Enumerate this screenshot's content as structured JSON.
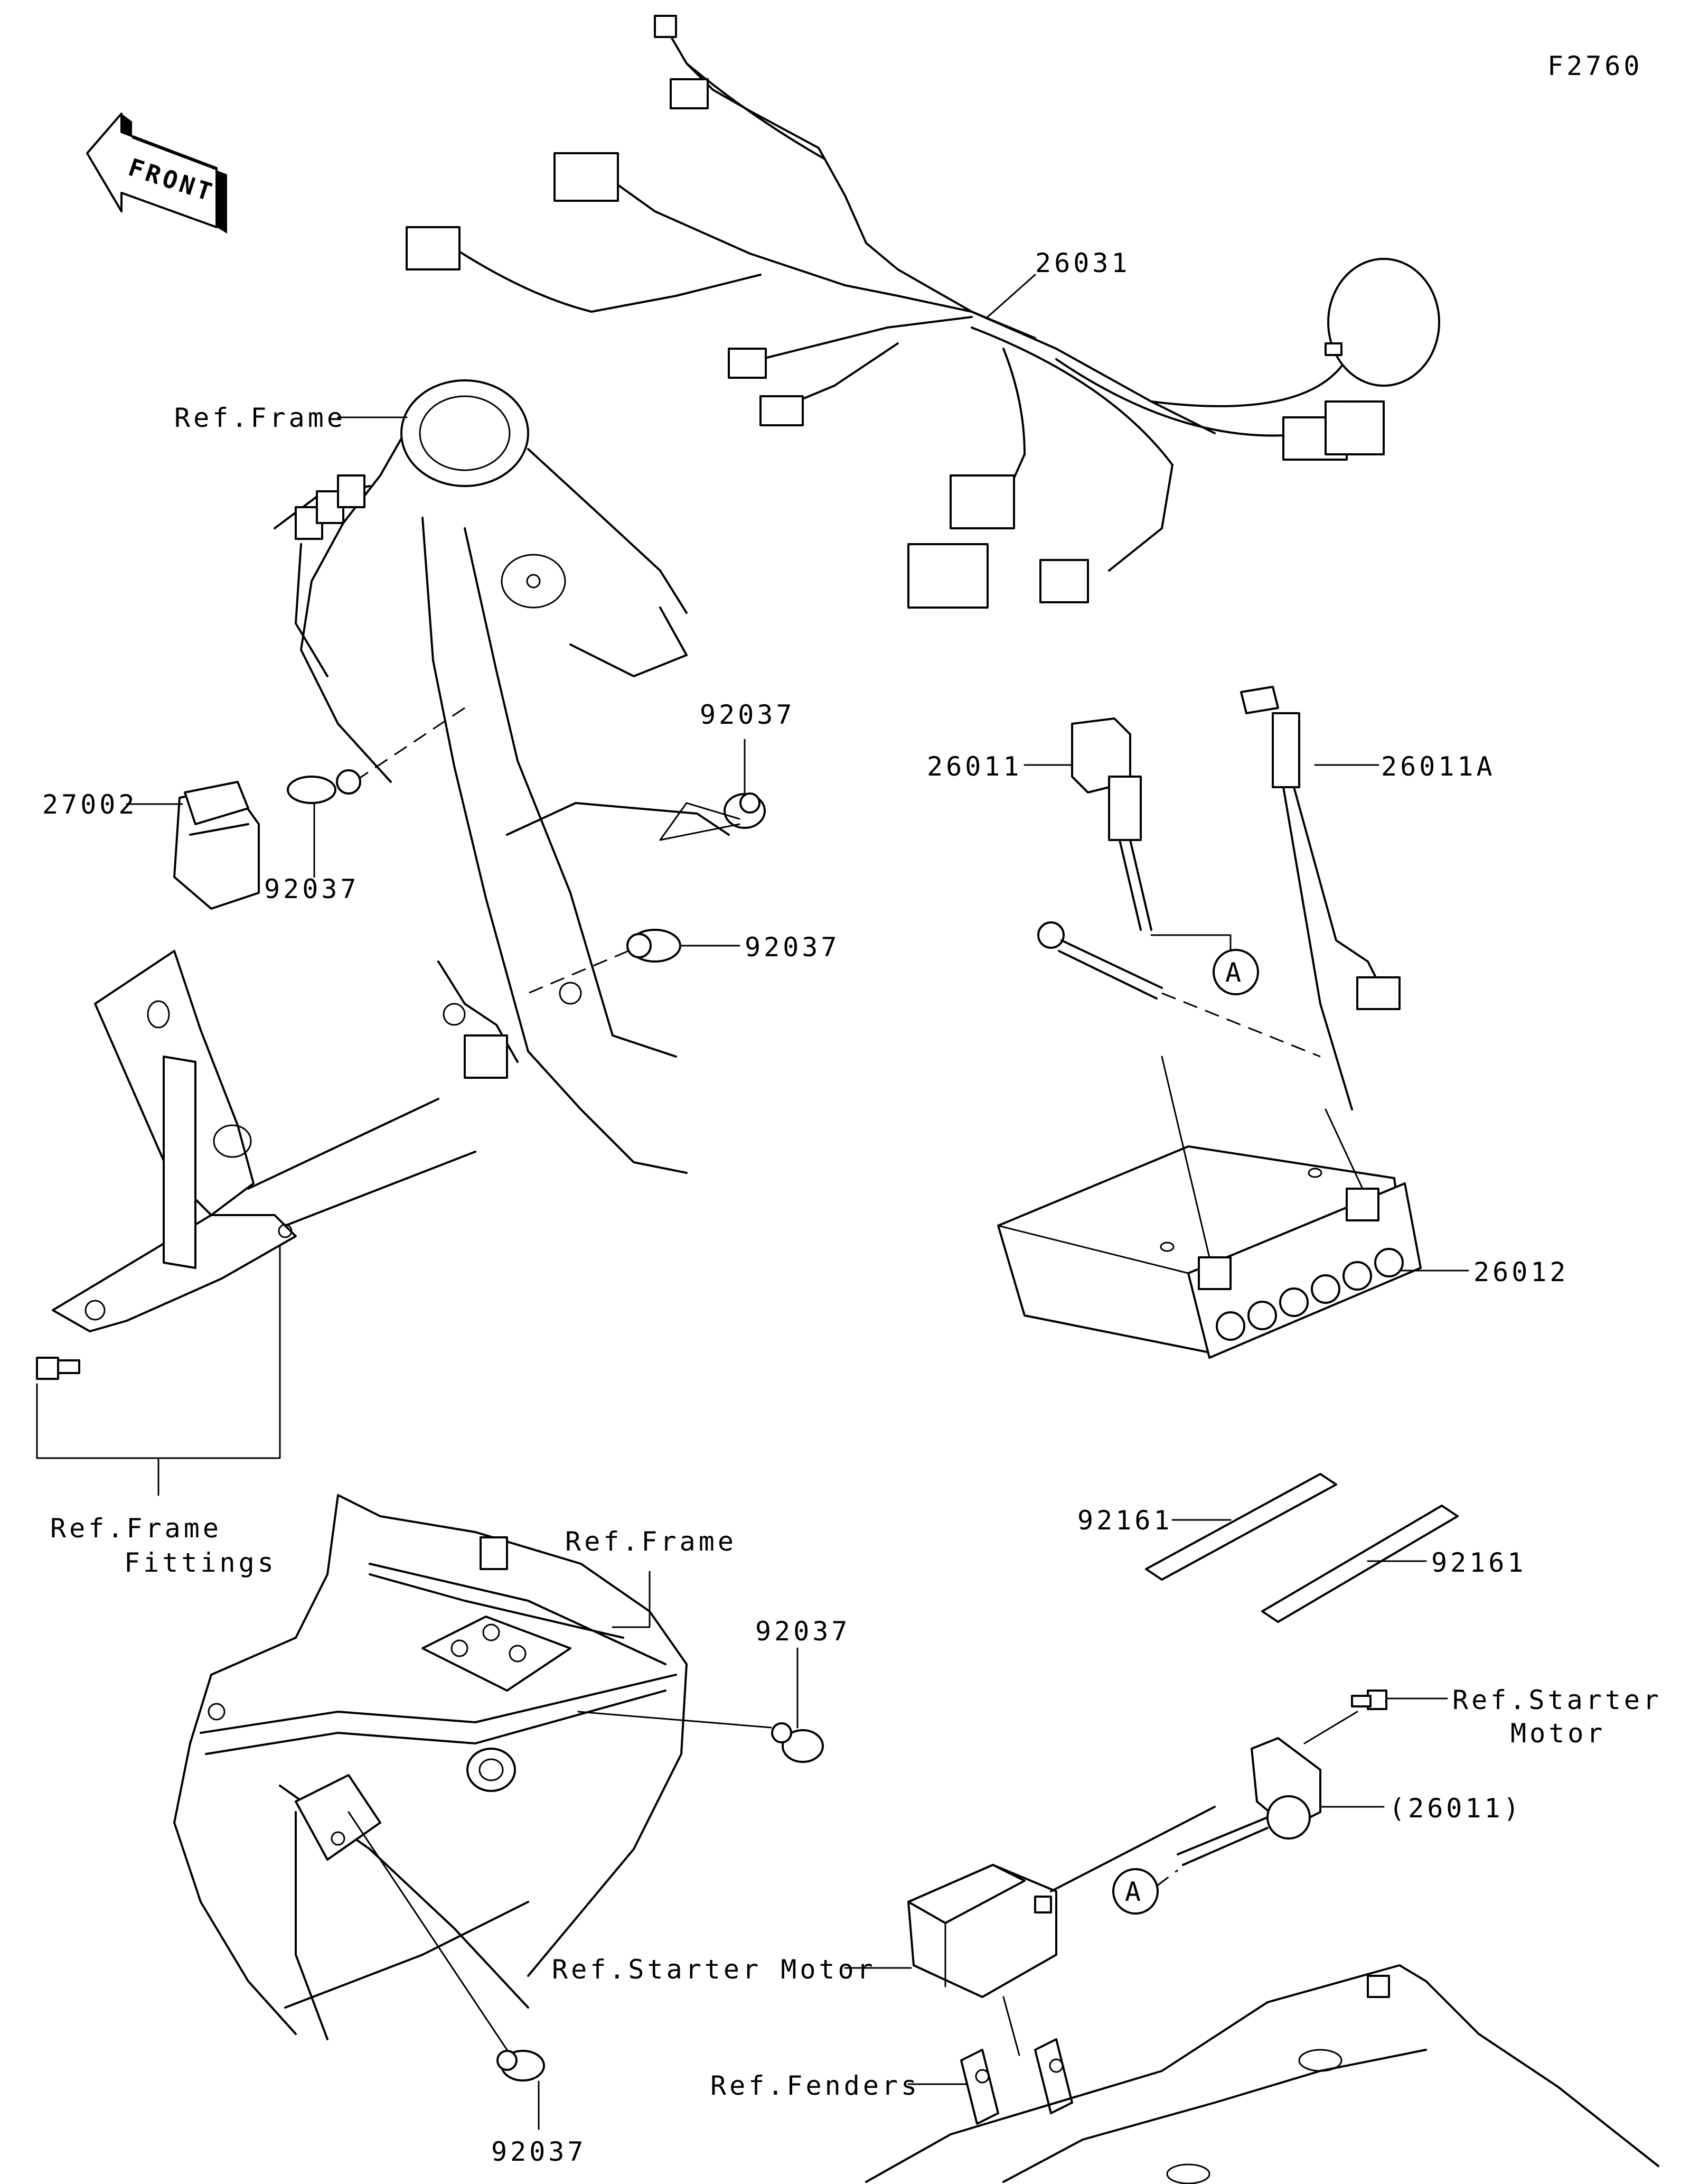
{
  "diagram_id": "F2760",
  "front_arrow": "FRONT",
  "labels": {
    "harness": "26031",
    "frame_ref_top": "Ref.Frame",
    "fuse_box": "27002",
    "clamp_a": "92037",
    "clamp_b": "92037",
    "clamp_c": "92037",
    "clamp_d": "92037",
    "clamp_e": "92037",
    "cable_pos": "26011",
    "cable_neg": "26011A",
    "battery": "26012",
    "band_a": "92161",
    "band_b": "92161",
    "frame_fittings_1": "Ref.Frame",
    "frame_fittings_2": "Fittings",
    "frame_ref_bottom": "Ref.Frame",
    "starter_motor_1": "Ref.Starter",
    "starter_motor_2": "Motor",
    "cable_pos_ref": "(26011)",
    "starter_motor_ref": "Ref.Starter Motor",
    "fenders_ref": "Ref.Fenders",
    "callout_a": "A"
  }
}
